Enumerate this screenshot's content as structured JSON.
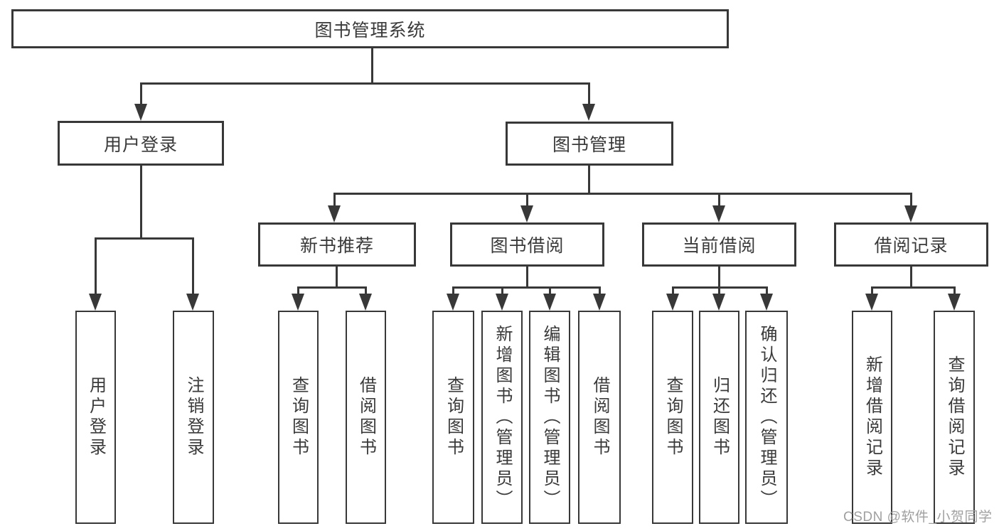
{
  "title": "图书管理系统",
  "watermark": "CSDN @软件_小贺同学",
  "colors": {
    "line": "#383838",
    "text": "#3a3a3a",
    "box_background": "#ffffff",
    "background": "#ffffff",
    "watermark": "#a0a0a0"
  },
  "tree": {
    "label": "图书管理系统",
    "children": [
      {
        "label": "用户登录",
        "children": [
          {
            "label": "用户登录"
          },
          {
            "label": "注销登录"
          }
        ]
      },
      {
        "label": "图书管理",
        "children": [
          {
            "label": "新书推荐",
            "children": [
              {
                "label": "查询图书"
              },
              {
                "label": "借阅图书"
              }
            ]
          },
          {
            "label": "图书借阅",
            "children": [
              {
                "label": "查询图书"
              },
              {
                "label": "新增图书（管理员）"
              },
              {
                "label": "编辑图书（管理员）"
              },
              {
                "label": "借阅图书"
              }
            ]
          },
          {
            "label": "当前借阅",
            "children": [
              {
                "label": "查询图书"
              },
              {
                "label": "归还图书"
              },
              {
                "label": "确认归还（管理员）"
              }
            ]
          },
          {
            "label": "借阅记录",
            "children": [
              {
                "label": "新增借阅记录"
              },
              {
                "label": "查询借阅记录"
              }
            ]
          }
        ]
      }
    ]
  }
}
